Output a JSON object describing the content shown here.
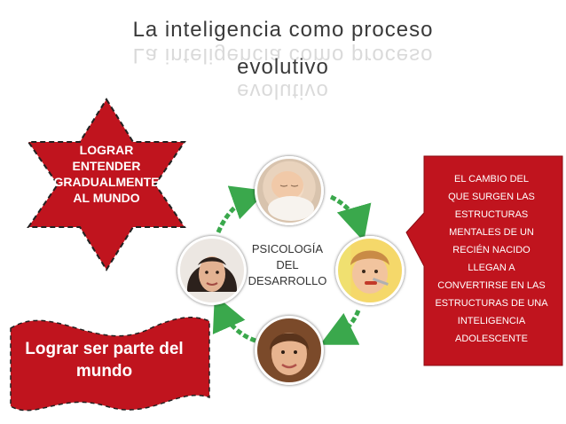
{
  "title": {
    "line1": "La inteligencia como proceso",
    "line2": "evolutivo"
  },
  "star": {
    "lines": [
      "Lograr",
      "entender",
      "gradualmente",
      "al mundo"
    ]
  },
  "wave": {
    "lines": [
      "Lograr ser parte del",
      "mundo"
    ]
  },
  "center": {
    "lines": [
      "Psicología",
      "del",
      "desarrollo"
    ]
  },
  "callout": {
    "lines": [
      "El cambio del",
      "que surgen las",
      "estructuras",
      "mentales de un",
      "recién nacido",
      "llegan a",
      "convertirse en las",
      "estructuras de una",
      "inteligencia",
      "adolescente"
    ]
  },
  "photos": [
    {
      "name": "baby-photo",
      "icon": "sleeping-baby-photo"
    },
    {
      "name": "child-photo",
      "icon": "child-eating-photo"
    },
    {
      "name": "teen-photo",
      "icon": "teen-girl-photo"
    },
    {
      "name": "woman-photo",
      "icon": "woman-photo"
    }
  ],
  "colors": {
    "red": "#c0141e",
    "arrow": "#3aa84c",
    "title": "#3a3a3a"
  }
}
